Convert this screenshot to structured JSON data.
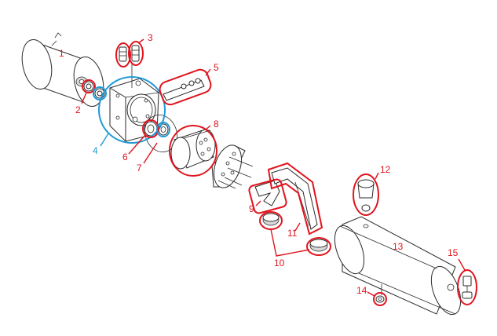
{
  "colors": {
    "callout_red": "#e0141e",
    "callout_blue": "#1f9ad6",
    "line": "#2a2a2a"
  },
  "callouts": [
    {
      "id": "1",
      "label": "1",
      "color": "red"
    },
    {
      "id": "2",
      "label": "2",
      "color": "red"
    },
    {
      "id": "3",
      "label": "3",
      "color": "red"
    },
    {
      "id": "4",
      "label": "4",
      "color": "blue"
    },
    {
      "id": "5",
      "label": "5",
      "color": "red"
    },
    {
      "id": "6",
      "label": "6",
      "color": "red"
    },
    {
      "id": "7",
      "label": "7",
      "color": "red"
    },
    {
      "id": "8",
      "label": "8",
      "color": "red"
    },
    {
      "id": "9",
      "label": "9",
      "color": "red"
    },
    {
      "id": "10",
      "label": "10",
      "color": "red"
    },
    {
      "id": "11",
      "label": "11",
      "color": "red"
    },
    {
      "id": "12",
      "label": "12",
      "color": "red"
    },
    {
      "id": "13",
      "label": "13",
      "color": "red"
    },
    {
      "id": "14",
      "label": "14",
      "color": "red"
    },
    {
      "id": "15",
      "label": "15",
      "color": "red"
    }
  ]
}
